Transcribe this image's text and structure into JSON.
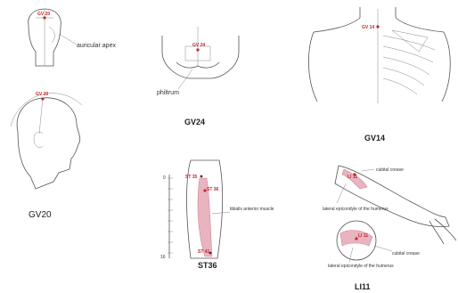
{
  "panels": {
    "gv20": {
      "point_label_top": "GV 20",
      "point_label_side": "GV 20",
      "annotation": "auricular apex",
      "caption": "GV20"
    },
    "gv24": {
      "point_label": "GV 24",
      "annotation": "philtrum",
      "caption": "GV24"
    },
    "gv14": {
      "point_label": "GV 14",
      "caption": "GV14"
    },
    "st36": {
      "point_top": "ST 35",
      "point_mid": "ST 36",
      "point_bottom": "ST 41",
      "annotation": "tibialis anterior muscle",
      "ruler_top": "0",
      "ruler_bottom": "16",
      "caption": "ST36"
    },
    "li11": {
      "annotation_crease_top": "cubital crease",
      "annotation_epicondyle_top": "lateral epicondyle of the humerus",
      "annotation_epicondyle_bottom": "lateral epicondyle of the humerus",
      "annotation_crease_bottom": "cubital crease",
      "point_label_top": "LI 11",
      "point_label_inset": "LI 11",
      "caption": "LI11"
    }
  }
}
